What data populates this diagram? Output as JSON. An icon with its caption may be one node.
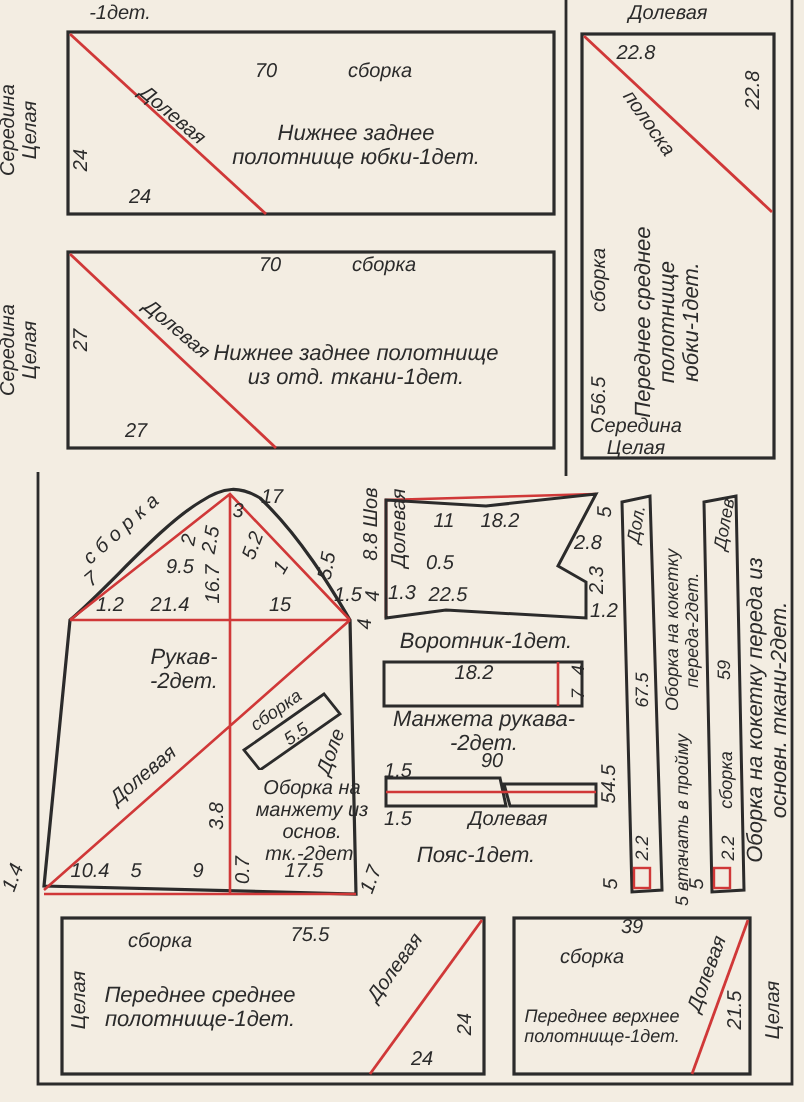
{
  "diagram": {
    "nodes": [
      {
        "text": [
          "Нижнее заднее полотнище юбки-1дет."
        ]
      },
      {
        "text": [
          "Нижнее заднее полотнище из отд. ткани-1дет."
        ]
      },
      {
        "text": [
          "Переднее среднее полотнище юбки-1дет."
        ]
      },
      {
        "text": [
          "Рукав- -2дет."
        ]
      },
      {
        "text": [
          "сборка"
        ],
        "in": 3,
        "beside": [
          "Оборка на манжету из основ. тк.-2дет."
        ]
      },
      {
        "text": [
          "Воротник-1дет."
        ]
      },
      {
        "text": [
          "Манжета рукава- -2дет."
        ]
      },
      {
        "text": [
          "Пояс-1дет."
        ]
      },
      {
        "text": [
          "Оборка на кокетку переда-2дет."
        ]
      },
      {
        "text": [
          "Оборка на кокетку переда из основн. ткани-2дет."
        ]
      },
      {
        "text": [
          "Переднее среднее полотнище-1дет."
        ]
      },
      {
        "text": [
          "Переднее верхнее полотнище-1дет."
        ]
      }
    ],
    "labels": [
      "-1дет.",
      "Середина Целая",
      "70",
      "сборка",
      "Долевая",
      "24",
      "24",
      "Середина Целая",
      "70",
      "сборка",
      "Долевая",
      "27",
      "27",
      "Долевая",
      "22.8",
      "полоска",
      "22.8",
      "сборка",
      "56.5",
      "Середина Целая",
      "сборка",
      "7",
      "9.5",
      "2",
      "2.5",
      "3",
      "5.2",
      "17",
      "1",
      "16.7",
      "5.5",
      "1.2",
      "21.4",
      "15",
      "1.5",
      "4",
      "Долевая",
      "5.5",
      "Доле",
      "3.8",
      "1.4",
      "10.4",
      "5",
      "9",
      "0.7",
      "17.5",
      "1.7",
      "8.8 Шов",
      "Долевая",
      "11",
      "18.2",
      "0.5",
      "4",
      "1.3",
      "22.5",
      "2.8",
      "2.3",
      "1.2",
      "5",
      "18.2",
      "4",
      "7",
      "1.5",
      "90",
      "1.5",
      "Долевая",
      "Дол.",
      "67.5",
      "54.5",
      "2.2",
      "5",
      "5 втачать в пройму",
      "Долев",
      "59",
      "сборка",
      "2.2",
      "5",
      "сборка",
      "75.5",
      "Целая",
      "Долевая",
      "24",
      "24",
      "39",
      "сборка",
      "Долевая",
      "21.5",
      "Целая"
    ]
  }
}
